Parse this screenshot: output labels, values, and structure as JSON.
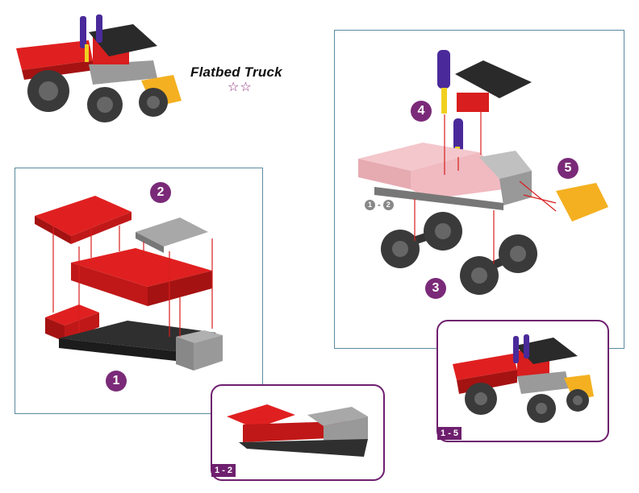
{
  "header": {
    "title": "Flatbed Truck",
    "difficulty_stars": "☆☆"
  },
  "steps": {
    "s1": "1",
    "s2": "2",
    "s3": "3",
    "s4": "4",
    "s5": "5"
  },
  "ranges": {
    "r12_a": "1",
    "r12_sep": "-",
    "r12_b": "2",
    "r15_a": "1",
    "r15_sep": "-",
    "r15_b": "5"
  },
  "colors": {
    "accent": "#6e1f6e",
    "red": "#d81e1e",
    "grey": "#a0a0a0",
    "black": "#2b2b2b",
    "panel_border": "#5b8aa0"
  }
}
